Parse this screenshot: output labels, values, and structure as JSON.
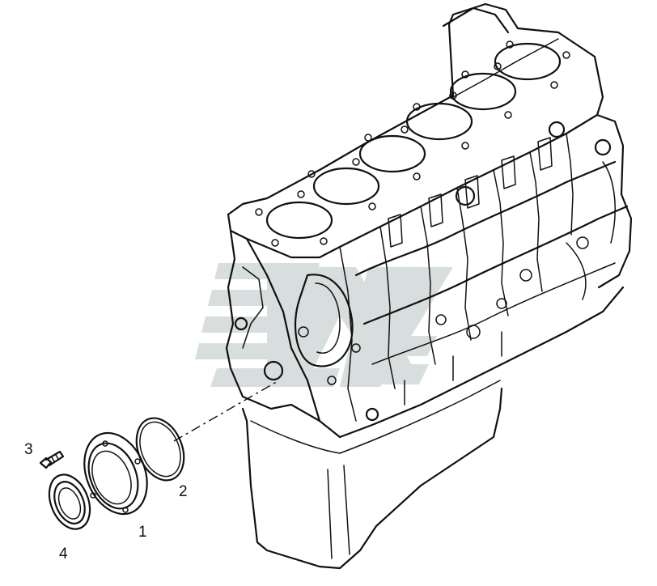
{
  "diagram": {
    "callouts": [
      {
        "id": "1",
        "label": "1"
      },
      {
        "id": "2",
        "label": "2"
      },
      {
        "id": "3",
        "label": "3"
      },
      {
        "id": "4",
        "label": "4"
      }
    ],
    "colors": {
      "line": "#111111",
      "background": "#ffffff",
      "watermark": "#d2d8d8"
    }
  }
}
